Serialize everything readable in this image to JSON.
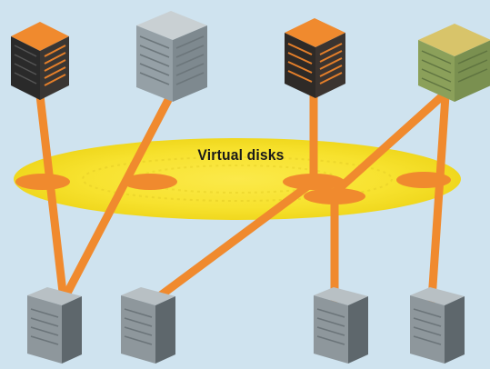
{
  "diagram": {
    "ring_label": "Virtual disks",
    "colors": {
      "background": "#cfe3ef",
      "ring": "#f7e22e",
      "link": "#f08a2e",
      "server_gray": "#9aa3a8"
    },
    "storage_arrays": [
      {
        "id": "array-1",
        "style": "dark-orange"
      },
      {
        "id": "array-2",
        "style": "gray"
      },
      {
        "id": "array-3",
        "style": "dark-orange"
      },
      {
        "id": "array-4",
        "style": "yellow-green"
      }
    ],
    "servers": [
      {
        "id": "server-1"
      },
      {
        "id": "server-2"
      },
      {
        "id": "server-3"
      },
      {
        "id": "server-4"
      }
    ]
  }
}
